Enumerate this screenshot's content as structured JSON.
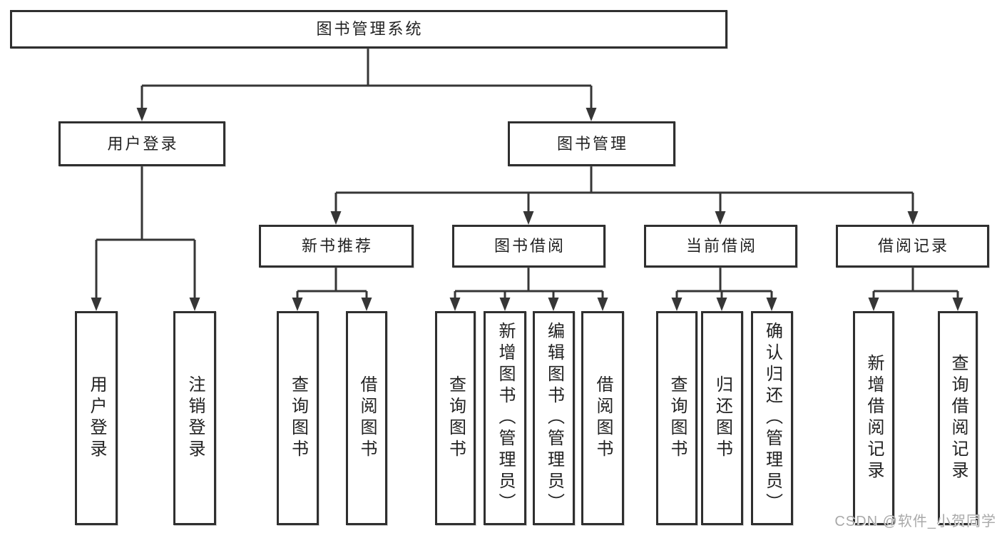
{
  "tree": {
    "label": "图书管理系统",
    "children": [
      {
        "label": "用户登录",
        "children": [
          {
            "label": "用户登录"
          },
          {
            "label": "注销登录"
          }
        ]
      },
      {
        "label": "图书管理",
        "children": [
          {
            "label": "新书推荐",
            "children": [
              {
                "label": "查询图书"
              },
              {
                "label": "借阅图书"
              }
            ]
          },
          {
            "label": "图书借阅",
            "children": [
              {
                "label": "查询图书"
              },
              {
                "label": "新增图书（管理员）"
              },
              {
                "label": "编辑图书（管理员）"
              },
              {
                "label": "借阅图书"
              }
            ]
          },
          {
            "label": "当前借阅",
            "children": [
              {
                "label": "查询图书"
              },
              {
                "label": "归还图书"
              },
              {
                "label": "确认归还（管理员）"
              }
            ]
          },
          {
            "label": "借阅记录",
            "children": [
              {
                "label": "新增借阅记录"
              },
              {
                "label": "查询借阅记录"
              }
            ]
          }
        ]
      }
    ]
  },
  "watermark": {
    "text": "CSDN @软件_小贺同学"
  },
  "colors": {
    "line": "#363636",
    "box_border": "#2f2f2f",
    "text": "#222222",
    "watermark": "#a9a9a9",
    "background": "#ffffff"
  }
}
